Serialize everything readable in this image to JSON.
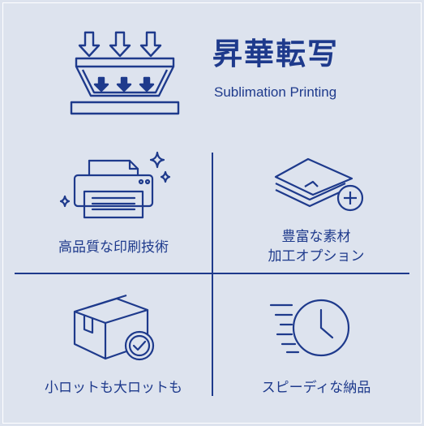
{
  "header": {
    "title_jp": "昇華転写",
    "title_en": "Sublimation Printing"
  },
  "features": [
    {
      "lines": [
        "高品質な印刷技術"
      ]
    },
    {
      "lines": [
        "豊富な素材",
        "加工オプション"
      ]
    },
    {
      "lines": [
        "小ロットも大ロットも"
      ]
    },
    {
      "lines": [
        "スピーディな納品"
      ]
    }
  ],
  "icons": {
    "hero": "sublimation-press-icon",
    "quality": "printer-sparkle-icon",
    "materials": "paper-stack-plus-icon",
    "lots": "box-check-icon",
    "speed": "fast-clock-icon"
  },
  "colors": {
    "background": "#dde3ee",
    "accent": "#1e3a8c",
    "frame": "#ffffff"
  }
}
